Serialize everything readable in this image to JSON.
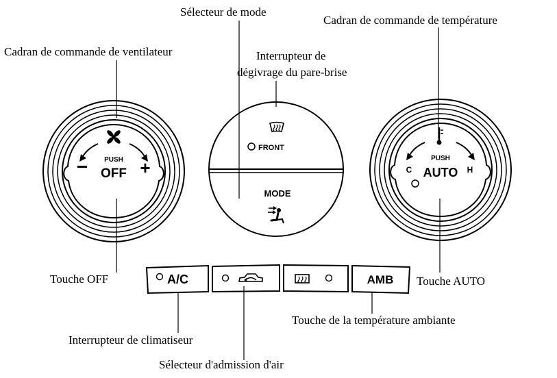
{
  "labels": {
    "mode_selector": "Sélecteur de mode",
    "temp_dial": "Cadran de commande de température",
    "fan_dial": "Cadran de commande de ventilateur",
    "defrost_switch_line1": "Interrupteur de",
    "defrost_switch_line2": "dégivrage du pare-brise",
    "off_button": "Touche OFF",
    "auto_button": "Touche AUTO",
    "ambient_temp_button": "Touche de la température ambiante",
    "ac_switch": "Interrupteur de climatiseur",
    "air_intake_selector": "Sélecteur d'admission d'air"
  },
  "fan_dial": {
    "push": "PUSH",
    "center": "OFF",
    "minus": "−",
    "plus": "+"
  },
  "temp_dial": {
    "push": "PUSH",
    "center": "AUTO",
    "cold": "C",
    "hot": "H"
  },
  "center_unit": {
    "front": "FRONT",
    "mode": "MODE"
  },
  "buttons": {
    "ac": "A/C",
    "amb": "AMB"
  },
  "icons": {
    "fan": "fan-icon",
    "thermometer": "thermometer-icon",
    "windshield_defrost": "windshield-defrost-icon",
    "mode_airflow": "airflow-mode-icon",
    "recirculation": "car-recirculation-icon",
    "rear_defrost": "rear-defrost-icon"
  }
}
